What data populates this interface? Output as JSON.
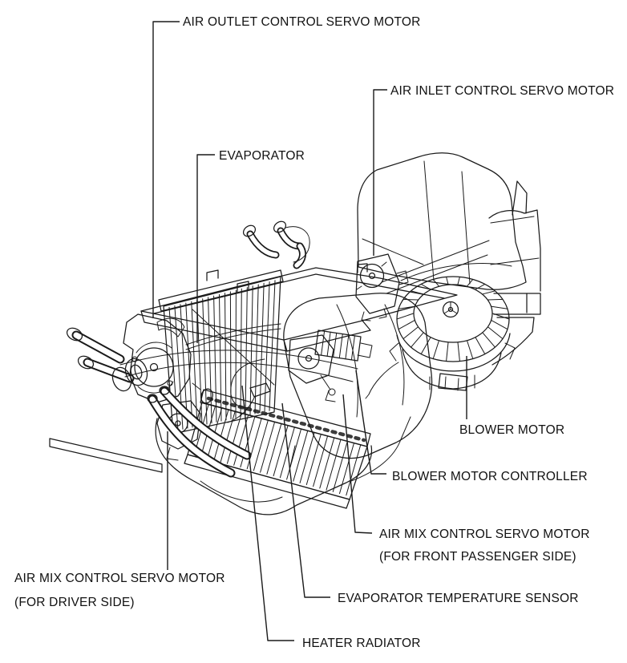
{
  "diagram": {
    "type": "parts-location-line-diagram",
    "subject": "HVAC heater and blower unit assembly",
    "style": {
      "line_color": "#1a1a1a",
      "background_color": "#ffffff",
      "label_color": "#111111"
    },
    "labels": {
      "air_outlet_servo_motor": "AIR OUTLET CONTROL SERVO MOTOR",
      "air_inlet_servo_motor": "AIR INLET CONTROL SERVO MOTOR",
      "evaporator": "EVAPORATOR",
      "blower_motor": "BLOWER MOTOR",
      "blower_motor_controller": "BLOWER MOTOR CONTROLLER",
      "air_mix_servo_motor_passenger": {
        "line1": "AIR MIX CONTROL SERVO MOTOR",
        "line2": "(FOR FRONT PASSENGER SIDE)"
      },
      "air_mix_servo_motor_driver": {
        "line1": "AIR MIX CONTROL SERVO MOTOR",
        "line2": "(FOR DRIVER SIDE)"
      },
      "evaporator_temperature_sensor": "EVAPORATOR TEMPERATURE SENSOR",
      "heater_radiator": "HEATER RADIATOR"
    }
  }
}
